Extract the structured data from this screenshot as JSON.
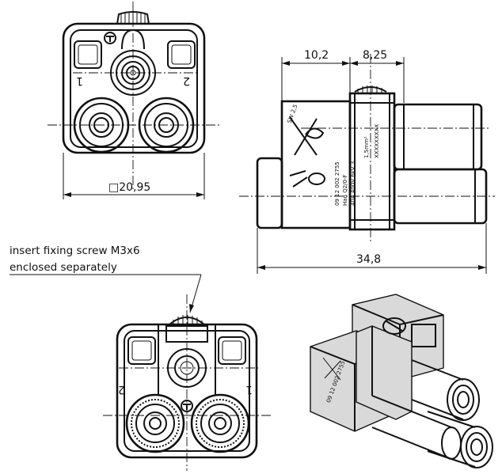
{
  "dimensions": {
    "width_left": "10,2",
    "width_right": "8,25",
    "square": "□20,95",
    "length": "34,8"
  },
  "front_view": {
    "pin_label_1": "1",
    "pin_label_2": "2"
  },
  "rear_view": {
    "pin_label_1": "1",
    "pin_label_2": "2"
  },
  "note": {
    "line1": "insert fixing screw M3x6",
    "line2": "enclosed separately"
  },
  "side_marking": {
    "part_number": "09 12 002 2755",
    "type": "Han Q2/0-F",
    "rating": "40A 400V 6kV 3",
    "wire": "1,5mm²",
    "serial": "XXXXXXXXX",
    "sw": "SW 2,5"
  }
}
